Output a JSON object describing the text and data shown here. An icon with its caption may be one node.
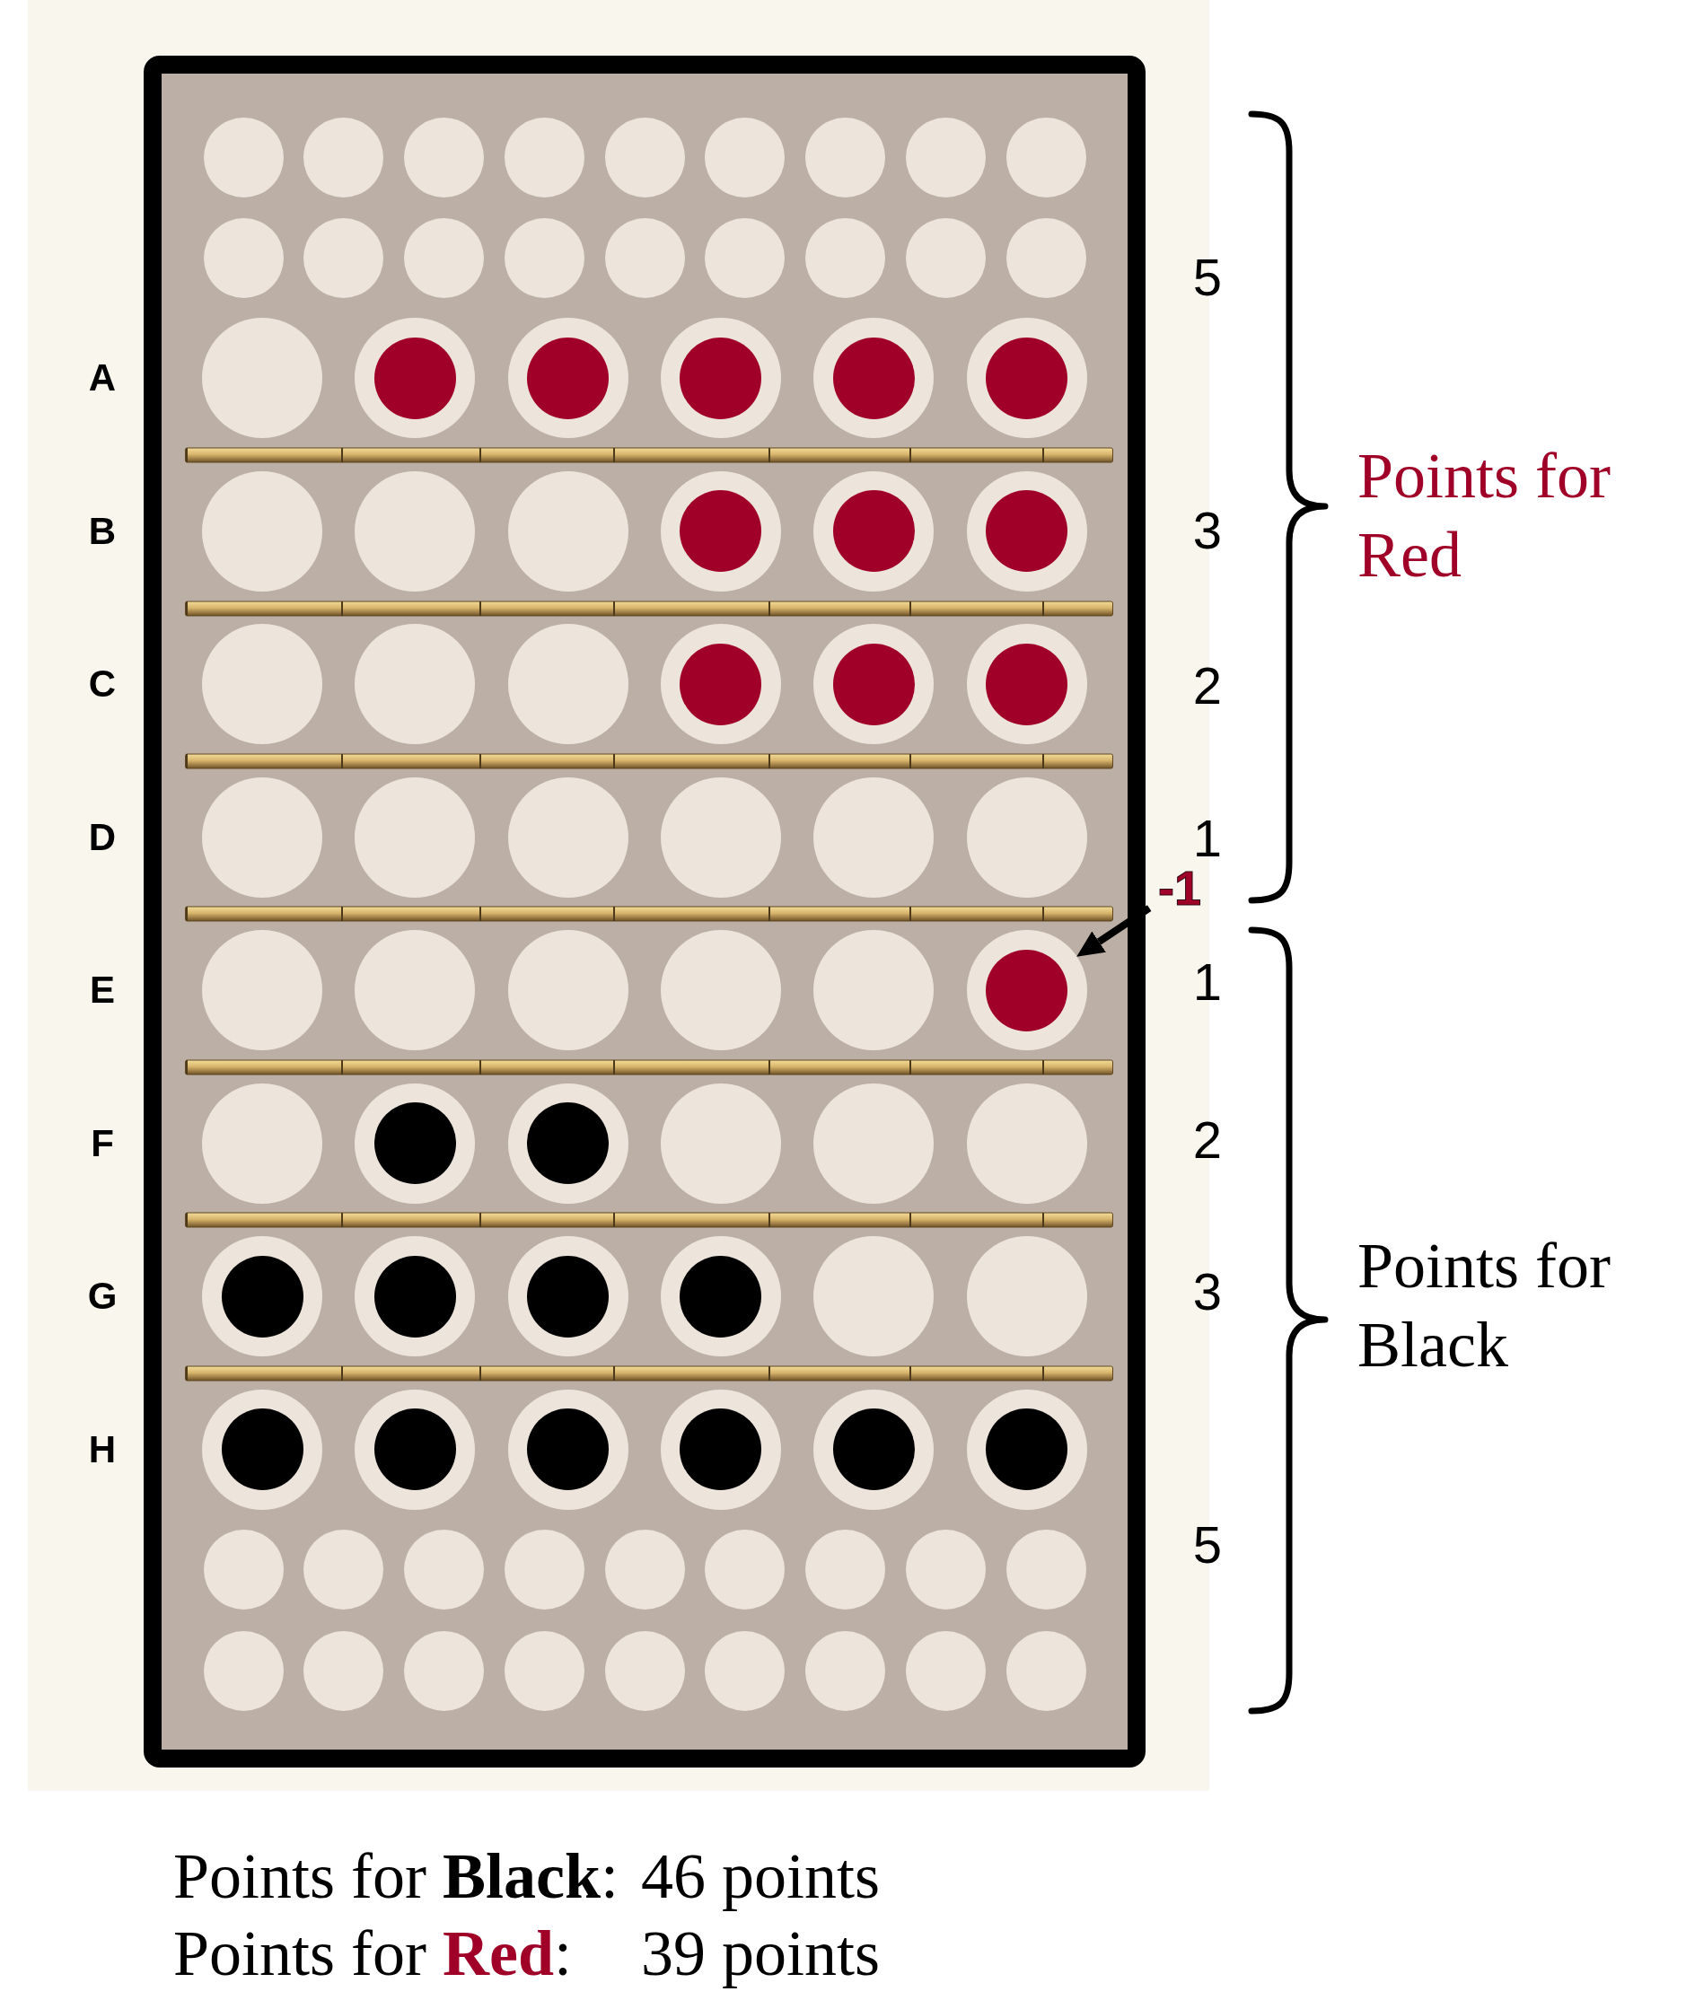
{
  "diagram": {
    "nodes": [
      {
        "text": [],
        "shape": "circle"
      },
      {
        "text": [],
        "shape": "circle"
      },
      {
        "text": [],
        "shape": "circle"
      },
      {
        "text": [],
        "shape": "circle"
      },
      {
        "text": [],
        "shape": "circle"
      },
      {
        "text": [],
        "shape": "circle"
      },
      {
        "text": [],
        "shape": "circle"
      },
      {
        "text": [],
        "shape": "circle"
      },
      {
        "text": [],
        "shape": "circle"
      },
      {
        "text": [],
        "shape": "circle"
      },
      {
        "text": [],
        "shape": "circle"
      },
      {
        "text": [],
        "shape": "circle"
      },
      {
        "text": [],
        "shape": "circle"
      },
      {
        "text": [],
        "shape": "circle"
      },
      {
        "text": [],
        "shape": "circle"
      },
      {
        "text": [],
        "shape": "circle"
      },
      {
        "text": [],
        "shape": "circle"
      },
      {
        "text": [],
        "shape": "circle"
      },
      {
        "text": [],
        "shape": "circle"
      },
      {
        "text": [],
        "shape": "circle"
      },
      {
        "text": [],
        "shape": "circle",
        "in": 19
      },
      {
        "text": [],
        "shape": "circle"
      },
      {
        "text": [],
        "shape": "circle",
        "in": 21
      },
      {
        "text": [],
        "shape": "circle"
      },
      {
        "text": [],
        "shape": "circle",
        "in": 23
      },
      {
        "text": [],
        "shape": "circle"
      },
      {
        "text": [],
        "shape": "circle",
        "in": 25
      },
      {
        "text": [],
        "shape": "circle"
      },
      {
        "text": [],
        "shape": "circle",
        "in": 27
      },
      {
        "text": [],
        "shape": "circle"
      },
      {
        "text": [],
        "shape": "circle"
      },
      {
        "text": [],
        "shape": "circle"
      },
      {
        "text": [],
        "shape": "circle"
      },
      {
        "text": [],
        "shape": "circle",
        "in": 32
      },
      {
        "text": [],
        "shape": "circle"
      },
      {
        "text": [],
        "shape": "circle",
        "in": 34
      },
      {
        "text": [],
        "shape": "circle"
      },
      {
        "text": [],
        "shape": "circle",
        "in": 36
      },
      {
        "text": [],
        "shape": "circle"
      },
      {
        "text": [],
        "shape": "circle"
      },
      {
        "text": [],
        "shape": "circle"
      },
      {
        "text": [],
        "shape": "circle"
      },
      {
        "text": [],
        "shape": "circle",
        "in": 41
      },
      {
        "text": [],
        "shape": "circle"
      },
      {
        "text": [],
        "shape": "circle",
        "in": 43
      },
      {
        "text": [],
        "shape": "circle"
      },
      {
        "text": [],
        "shape": "circle",
        "in": 45
      },
      {
        "text": [],
        "shape": "circle"
      },
      {
        "text": [],
        "shape": "circle"
      },
      {
        "text": [],
        "shape": "circle"
      },
      {
        "text": [],
        "shape": "circle"
      },
      {
        "text": [],
        "shape": "circle"
      },
      {
        "text": [],
        "shape": "circle"
      },
      {
        "text": [
          "-1"
        ]
      },
      {
        "text": [],
        "shape": "circle"
      },
      {
        "text": [],
        "shape": "circle"
      },
      {
        "text": [],
        "shape": "circle"
      },
      {
        "text": [],
        "shape": "circle"
      },
      {
        "text": [],
        "shape": "circle"
      },
      {
        "text": [],
        "shape": "circle"
      },
      {
        "text": [],
        "shape": "circle",
        "in": 59
      },
      {
        "text": [],
        "shape": "circle"
      },
      {
        "text": [],
        "shape": "circle"
      },
      {
        "text": [],
        "shape": "circle",
        "in": 62
      },
      {
        "text": [],
        "shape": "circle"
      },
      {
        "text": [],
        "shape": "circle",
        "in": 64
      },
      {
        "text": [],
        "shape": "circle"
      },
      {
        "text": [],
        "shape": "circle"
      },
      {
        "text": [],
        "shape": "circle"
      },
      {
        "text": [],
        "shape": "circle"
      },
      {
        "text": [],
        "shape": "circle",
        "in": 69
      },
      {
        "text": [],
        "shape": "circle"
      },
      {
        "text": [],
        "shape": "circle",
        "in": 71
      },
      {
        "text": [],
        "shape": "circle"
      },
      {
        "text": [],
        "shape": "circle",
        "in": 73
      },
      {
        "text": [],
        "shape": "circle"
      },
      {
        "text": [],
        "shape": "circle",
        "in": 75
      },
      {
        "text": [],
        "shape": "circle"
      },
      {
        "text": [],
        "shape": "circle"
      },
      {
        "text": [],
        "shape": "circle"
      },
      {
        "text": [],
        "shape": "circle",
        "in": 79
      },
      {
        "text": [],
        "shape": "circle"
      },
      {
        "text": [],
        "shape": "circle",
        "in": 81
      },
      {
        "text": [],
        "shape": "circle"
      },
      {
        "text": [],
        "shape": "circle",
        "in": 83
      },
      {
        "text": [],
        "shape": "circle"
      },
      {
        "text": [],
        "shape": "circle",
        "in": 85
      },
      {
        "text": [],
        "shape": "circle"
      },
      {
        "text": [],
        "shape": "circle",
        "in": 87
      },
      {
        "text": [],
        "shape": "circle"
      },
      {
        "text": [],
        "shape": "circle",
        "in": 89
      },
      {
        "text": [],
        "shape": "circle"
      },
      {
        "text": [],
        "shape": "circle"
      },
      {
        "text": [],
        "shape": "circle"
      },
      {
        "text": [],
        "shape": "circle"
      },
      {
        "text": [],
        "shape": "circle"
      },
      {
        "text": [],
        "shape": "circle"
      },
      {
        "text": [],
        "shape": "circle"
      },
      {
        "text": [],
        "shape": "circle"
      },
      {
        "text": [],
        "shape": "circle"
      },
      {
        "text": [],
        "shape": "circle"
      },
      {
        "text": [],
        "shape": "circle"
      },
      {
        "text": [],
        "shape": "circle"
      },
      {
        "text": [],
        "shape": "circle"
      },
      {
        "text": [],
        "shape": "circle"
      },
      {
        "text": [],
        "shape": "circle"
      },
      {
        "text": [],
        "shape": "circle"
      },
      {
        "text": [],
        "shape": "circle"
      },
      {
        "text": [],
        "shape": "circle"
      }
    ],
    "edges": [
      {
        "from": 53,
        "to": 59,
        "arrow": "to"
      }
    ],
    "labels": [
      "5",
      "A",
      "Points for Red",
      "B",
      "3",
      "C",
      "2",
      "D",
      "1",
      "E",
      "1",
      "F",
      "2",
      "G",
      "3",
      "Points for Black",
      "H",
      "5",
      "Points for **Black**:",
      "46 points",
      "Points for **Red**:",
      "39 points"
    ]
  }
}
